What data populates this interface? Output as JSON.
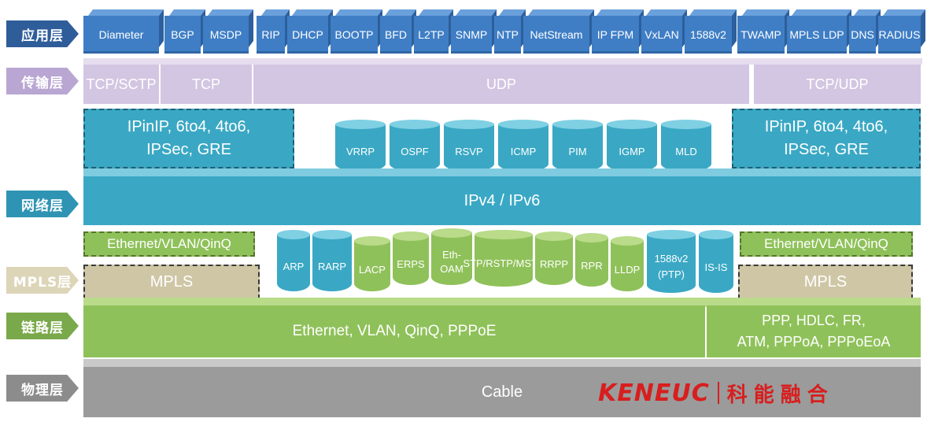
{
  "layers": {
    "application": "应用层",
    "transport": "传输层",
    "network": "网络层",
    "mpls": "MPLS层",
    "link": "链路层",
    "physical": "物理层"
  },
  "application_protocols": [
    "Diameter",
    "BGP",
    "MSDP",
    "RIP",
    "DHCP",
    "BOOTP",
    "BFD",
    "L2TP",
    "SNMP",
    "NTP",
    "NetStream",
    "IP FPM",
    "VxLAN",
    "1588v2",
    "TWAMP",
    "MPLS LDP",
    "DNS",
    "RADIUS"
  ],
  "transport": {
    "left": "TCP/SCTP",
    "tcp": "TCP",
    "udp": "UDP",
    "right": "TCP/UDP"
  },
  "network": {
    "tunnel_left_line1": "IPinIP, 6to4, 4to6,",
    "tunnel_left_line2": "IPSec, GRE",
    "tunnel_right_line1": "IPinIP, 6to4, 4to6,",
    "tunnel_right_line2": "IPSec, GRE",
    "protocols": [
      "VRRP",
      "OSPF",
      "RSVP",
      "ICMP",
      "PIM",
      "IGMP",
      "MLD"
    ],
    "ip": "IPv4 / IPv6"
  },
  "mpls_row": {
    "eth_left": "Ethernet/VLAN/QinQ",
    "eth_right": "Ethernet/VLAN/QinQ",
    "mpls_left": "MPLS",
    "mpls_right": "MPLS",
    "protocols": [
      "ARP",
      "RARP",
      "LACP",
      "ERPS",
      "Eth-OAM",
      "STP/RSTP/MSTP",
      "RRPP",
      "RPR",
      "LLDP",
      "1588v2 (PTP)",
      "IS-IS"
    ]
  },
  "link": {
    "main": "Ethernet, VLAN, QinQ, PPPoE",
    "right_line1": "PPP, HDLC, FR,",
    "right_line2": "ATM, PPPoA, PPPoEoA"
  },
  "physical": {
    "main": "Cable"
  },
  "logo": {
    "brand": "KENEUC",
    "chinese": "科能融合"
  },
  "colors": {
    "app_blue": "#3f7ec5",
    "transport_purple": "#d3c6e2",
    "network_cyan": "#3aa8c4",
    "link_green": "#8fc15a",
    "mpls_tan": "#cfc6a6",
    "physical_gray": "#9b9b9b",
    "logo_red": "#d81e1e"
  }
}
